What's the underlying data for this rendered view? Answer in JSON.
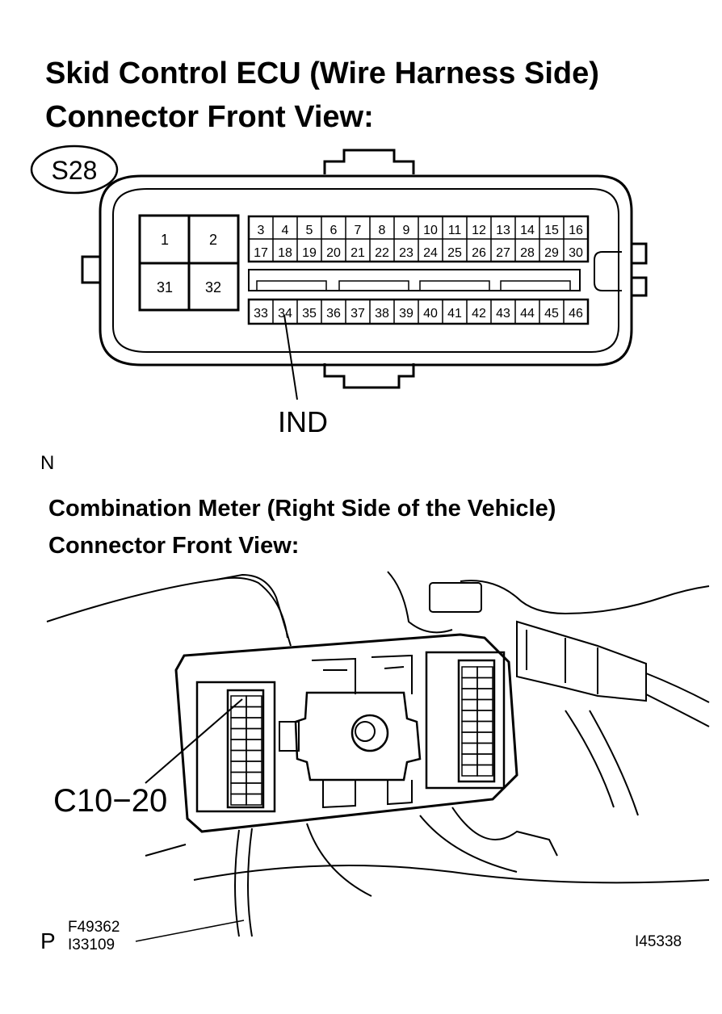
{
  "ecu": {
    "title": "Skid Control ECU (Wire Harness Side)",
    "subtitle": "Connector Front View:",
    "connector_id": "S28",
    "big_pins": [
      "1",
      "2",
      "31",
      "32"
    ],
    "pins_row1": [
      "3",
      "4",
      "5",
      "6",
      "7",
      "8",
      "9",
      "10",
      "11",
      "12",
      "13",
      "14",
      "15",
      "16"
    ],
    "pins_row2": [
      "17",
      "18",
      "19",
      "20",
      "21",
      "22",
      "23",
      "24",
      "25",
      "26",
      "27",
      "28",
      "29",
      "30"
    ],
    "pins_row3": [
      "33",
      "34",
      "35",
      "36",
      "37",
      "38",
      "39",
      "40",
      "41",
      "42",
      "43",
      "44",
      "45",
      "46"
    ],
    "callout_label": "IND"
  },
  "marker": "N",
  "meter": {
    "title": "Combination Meter (Right Side of the Vehicle)",
    "subtitle": "Connector Front View:",
    "callout_label": "C10−20"
  },
  "footer": {
    "p_marker": "P",
    "code_f": "F49362",
    "code_i1": "I33109",
    "code_i2": "I45338"
  }
}
